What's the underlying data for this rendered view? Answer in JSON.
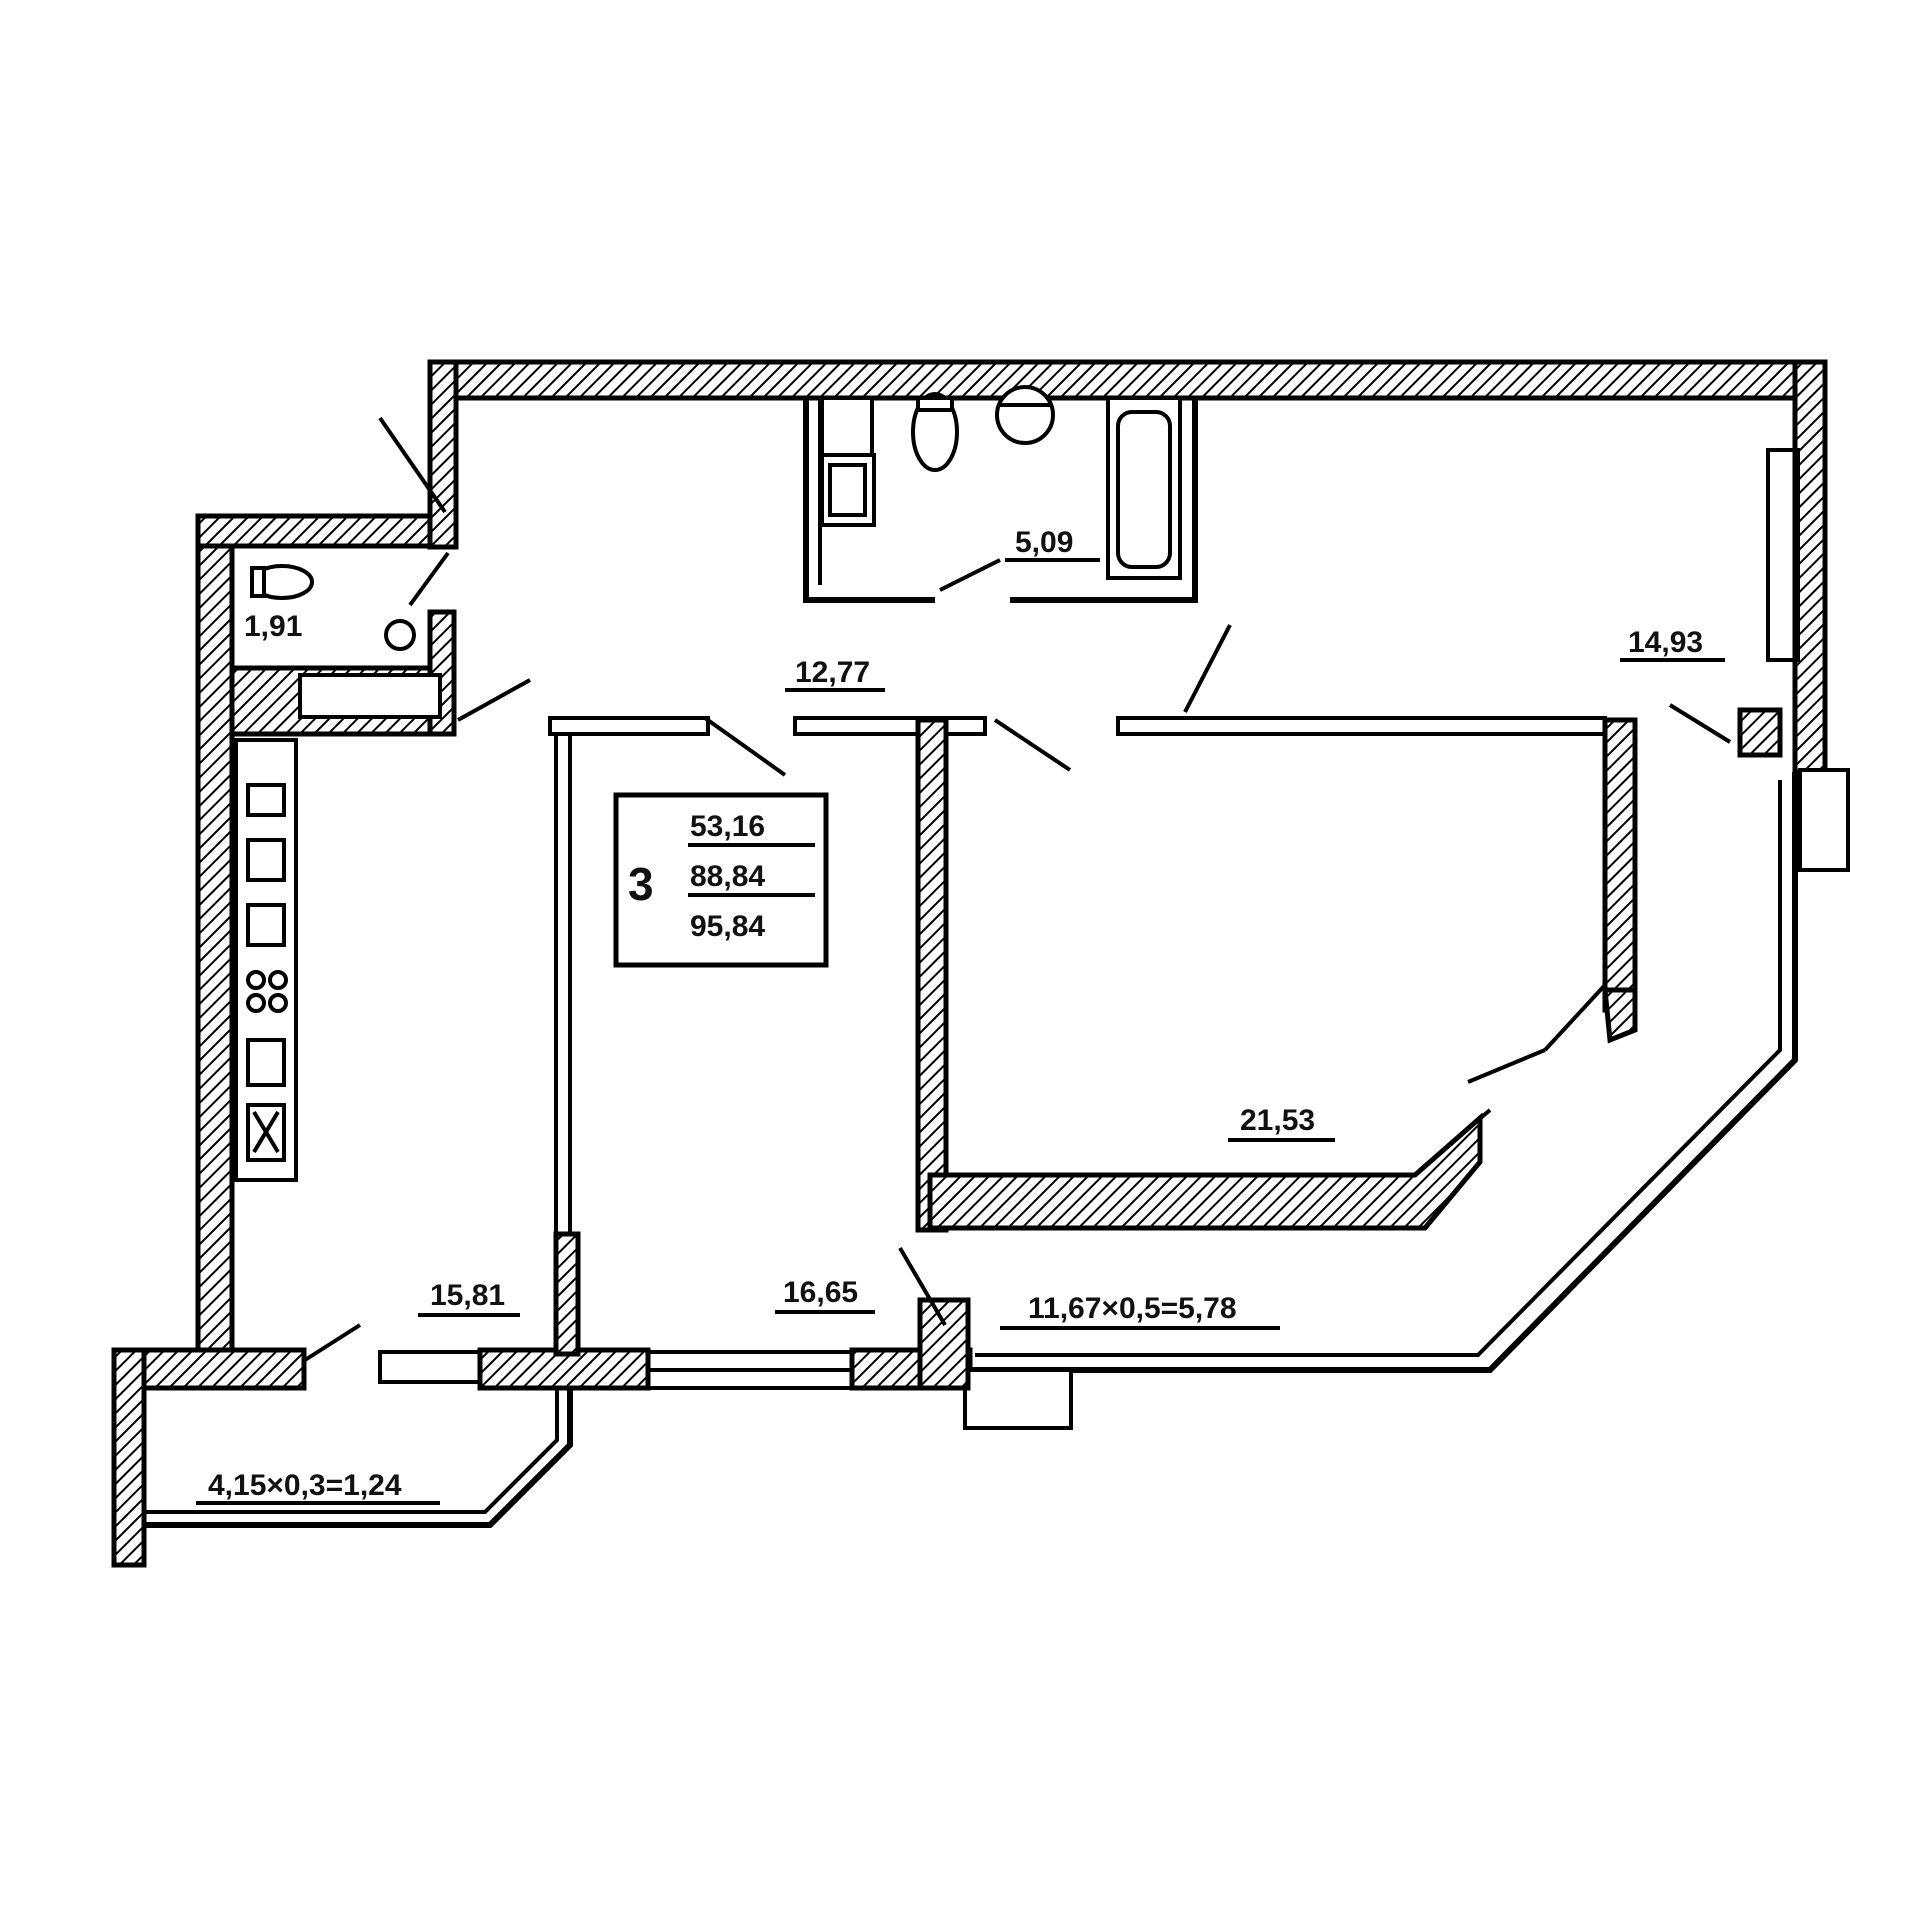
{
  "apartment": {
    "rooms_count": "3",
    "areas": [
      "53,16",
      "88,84",
      "95,84"
    ]
  },
  "room_labels": {
    "wc": "1,91",
    "bathroom": "5,09",
    "hall": "12,77",
    "bedroom_corner": "14,93",
    "kitchen_living": "15,81",
    "bedroom_middle": "16,65",
    "living_room": "21,53",
    "loggia_right": "11,67×0,5=5,78",
    "loggia_left": "4,15×0,3=1,24"
  },
  "icons": {
    "toilet": "toilet-icon",
    "sink": "sink-icon",
    "bathtub": "bathtub-icon",
    "stove": "stove-icon",
    "washing_machine": "washing-machine-icon"
  }
}
